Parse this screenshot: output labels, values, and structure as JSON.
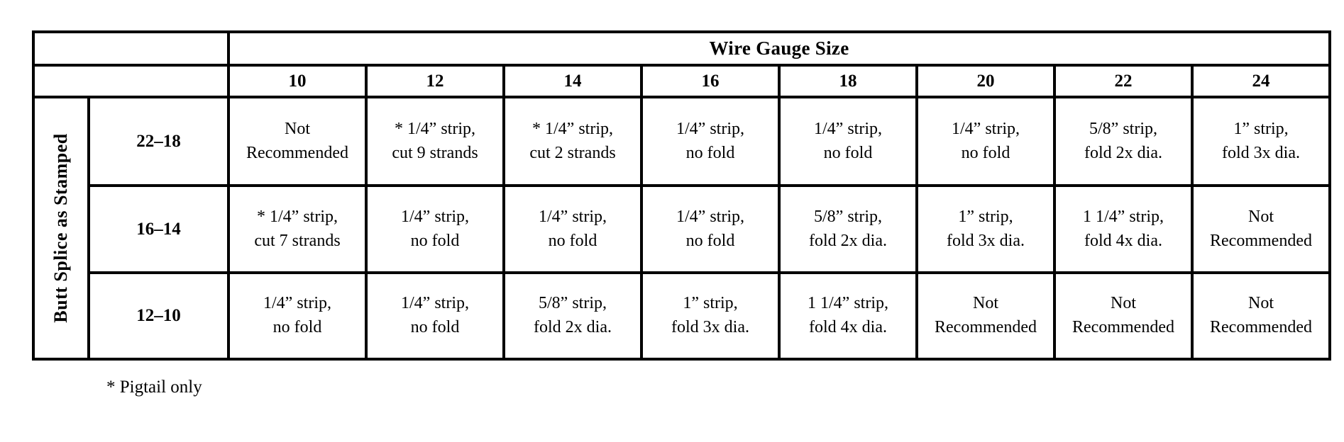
{
  "table": {
    "side_label": "Butt Splice as Stamped",
    "header_title": "Wire Gauge Size",
    "columns": [
      "10",
      "12",
      "14",
      "16",
      "18",
      "20",
      "22",
      "24"
    ],
    "rows": [
      {
        "label": "22–18",
        "cells": [
          "Not\nRecommended",
          "* 1/4” strip,\ncut 9 strands",
          "* 1/4” strip,\ncut 2 strands",
          "1/4” strip,\nno fold",
          "1/4” strip,\nno fold",
          "1/4” strip,\nno fold",
          "5/8” strip,\nfold 2x dia.",
          "1” strip,\nfold 3x dia."
        ]
      },
      {
        "label": "16–14",
        "cells": [
          "* 1/4” strip,\ncut 7 strands",
          "1/4” strip,\nno fold",
          "1/4” strip,\nno fold",
          "1/4” strip,\nno fold",
          "5/8” strip,\nfold 2x dia.",
          "1” strip,\nfold 3x dia.",
          "1 1/4” strip,\nfold 4x dia.",
          "Not\nRecommended"
        ]
      },
      {
        "label": "12–10",
        "cells": [
          "1/4” strip,\nno fold",
          "1/4” strip,\nno fold",
          "5/8” strip,\nfold 2x dia.",
          "1” strip,\nfold 3x dia.",
          "1 1/4” strip,\nfold 4x dia.",
          "Not\nRecommended",
          "Not\nRecommended",
          "Not\nRecommended"
        ]
      }
    ]
  },
  "footnote": "* Pigtail only"
}
